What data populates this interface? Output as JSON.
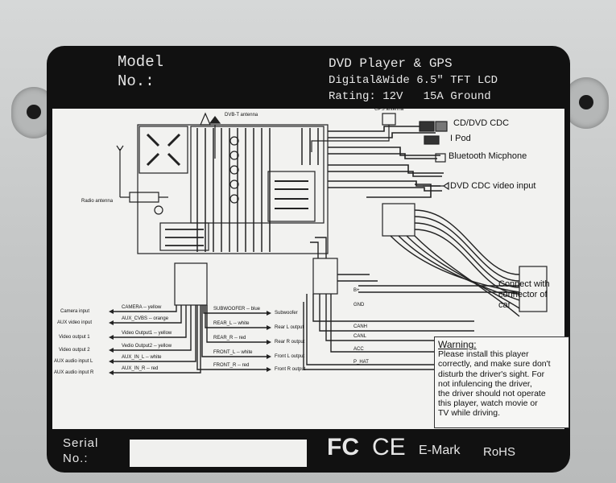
{
  "header": {
    "model_label": "Model",
    "no_label": "No.:",
    "product_title": "DVD Player & GPS",
    "display_spec": "Digital&Wide 6.5\" TFT LCD",
    "rating": "Rating: 12V   15A Ground"
  },
  "antennas": {
    "dvbt": "DVB-T antenna",
    "gps": "GPS antenna",
    "radio": "Radio antenna"
  },
  "right_connectors": {
    "cd_dvd_cdc": "CD/DVD CDC",
    "ipod": "I Pod",
    "bluetooth_mic": "Bluetooth Micphone",
    "dvd_cdc_video": "DVD CDC video input",
    "car_connector": "Connect with connector of car"
  },
  "left_io": {
    "camera_input": "Camera input",
    "aux_video_input": "AUX video input",
    "video_output_1": "Video output 1",
    "video_output_2": "Video output 2",
    "aux_audio_l": "AUX audio input L",
    "aux_audio_r": "AUX audio input R"
  },
  "cable_labels": {
    "camera": "CAMERA -- yellow",
    "aux_cvbs": "AUX_CVBS -- orange",
    "video_out1": "Video Output1 -- yellow",
    "video_out2": "Vedio Output2 -- yellow",
    "aux_in_l": "AUX_IN_L -- white",
    "aux_in_r": "AUX_IN_R -- red",
    "subwoofer": "SUBWOOFER -- blue",
    "rear_l": "REAR_L -- white",
    "rear_r": "REAR_R -- red",
    "front_l": "FRONT_L -- white",
    "front_r": "FRONT_R -- red"
  },
  "outputs": {
    "subwoofer": "Subwoofer",
    "rear_l": "Rear L output",
    "rear_r": "Rear R output",
    "front_l": "Front L output",
    "front_r": "Front R output"
  },
  "signals": {
    "b_plus": "B+",
    "gnd": "GND",
    "canh": "CANH",
    "canl": "CANL",
    "acc": "ACC",
    "p_hat": "P_HAT"
  },
  "warning": {
    "title": "Warning:",
    "line1": "Please install this player",
    "line2": "correctly, and make sure don't",
    "line3": "disturb the driver's sight. For",
    "line4": "not infulencing the driver,",
    "line5": "the driver  should not operate",
    "line6": "this player, watch movie or",
    "line7": "TV while driving."
  },
  "footer": {
    "serial_label": "Serial",
    "no_label": "No.:",
    "fc_mark": "FC",
    "ce_mark": "CE",
    "emark": "E-Mark",
    "rohs": "RoHS"
  }
}
